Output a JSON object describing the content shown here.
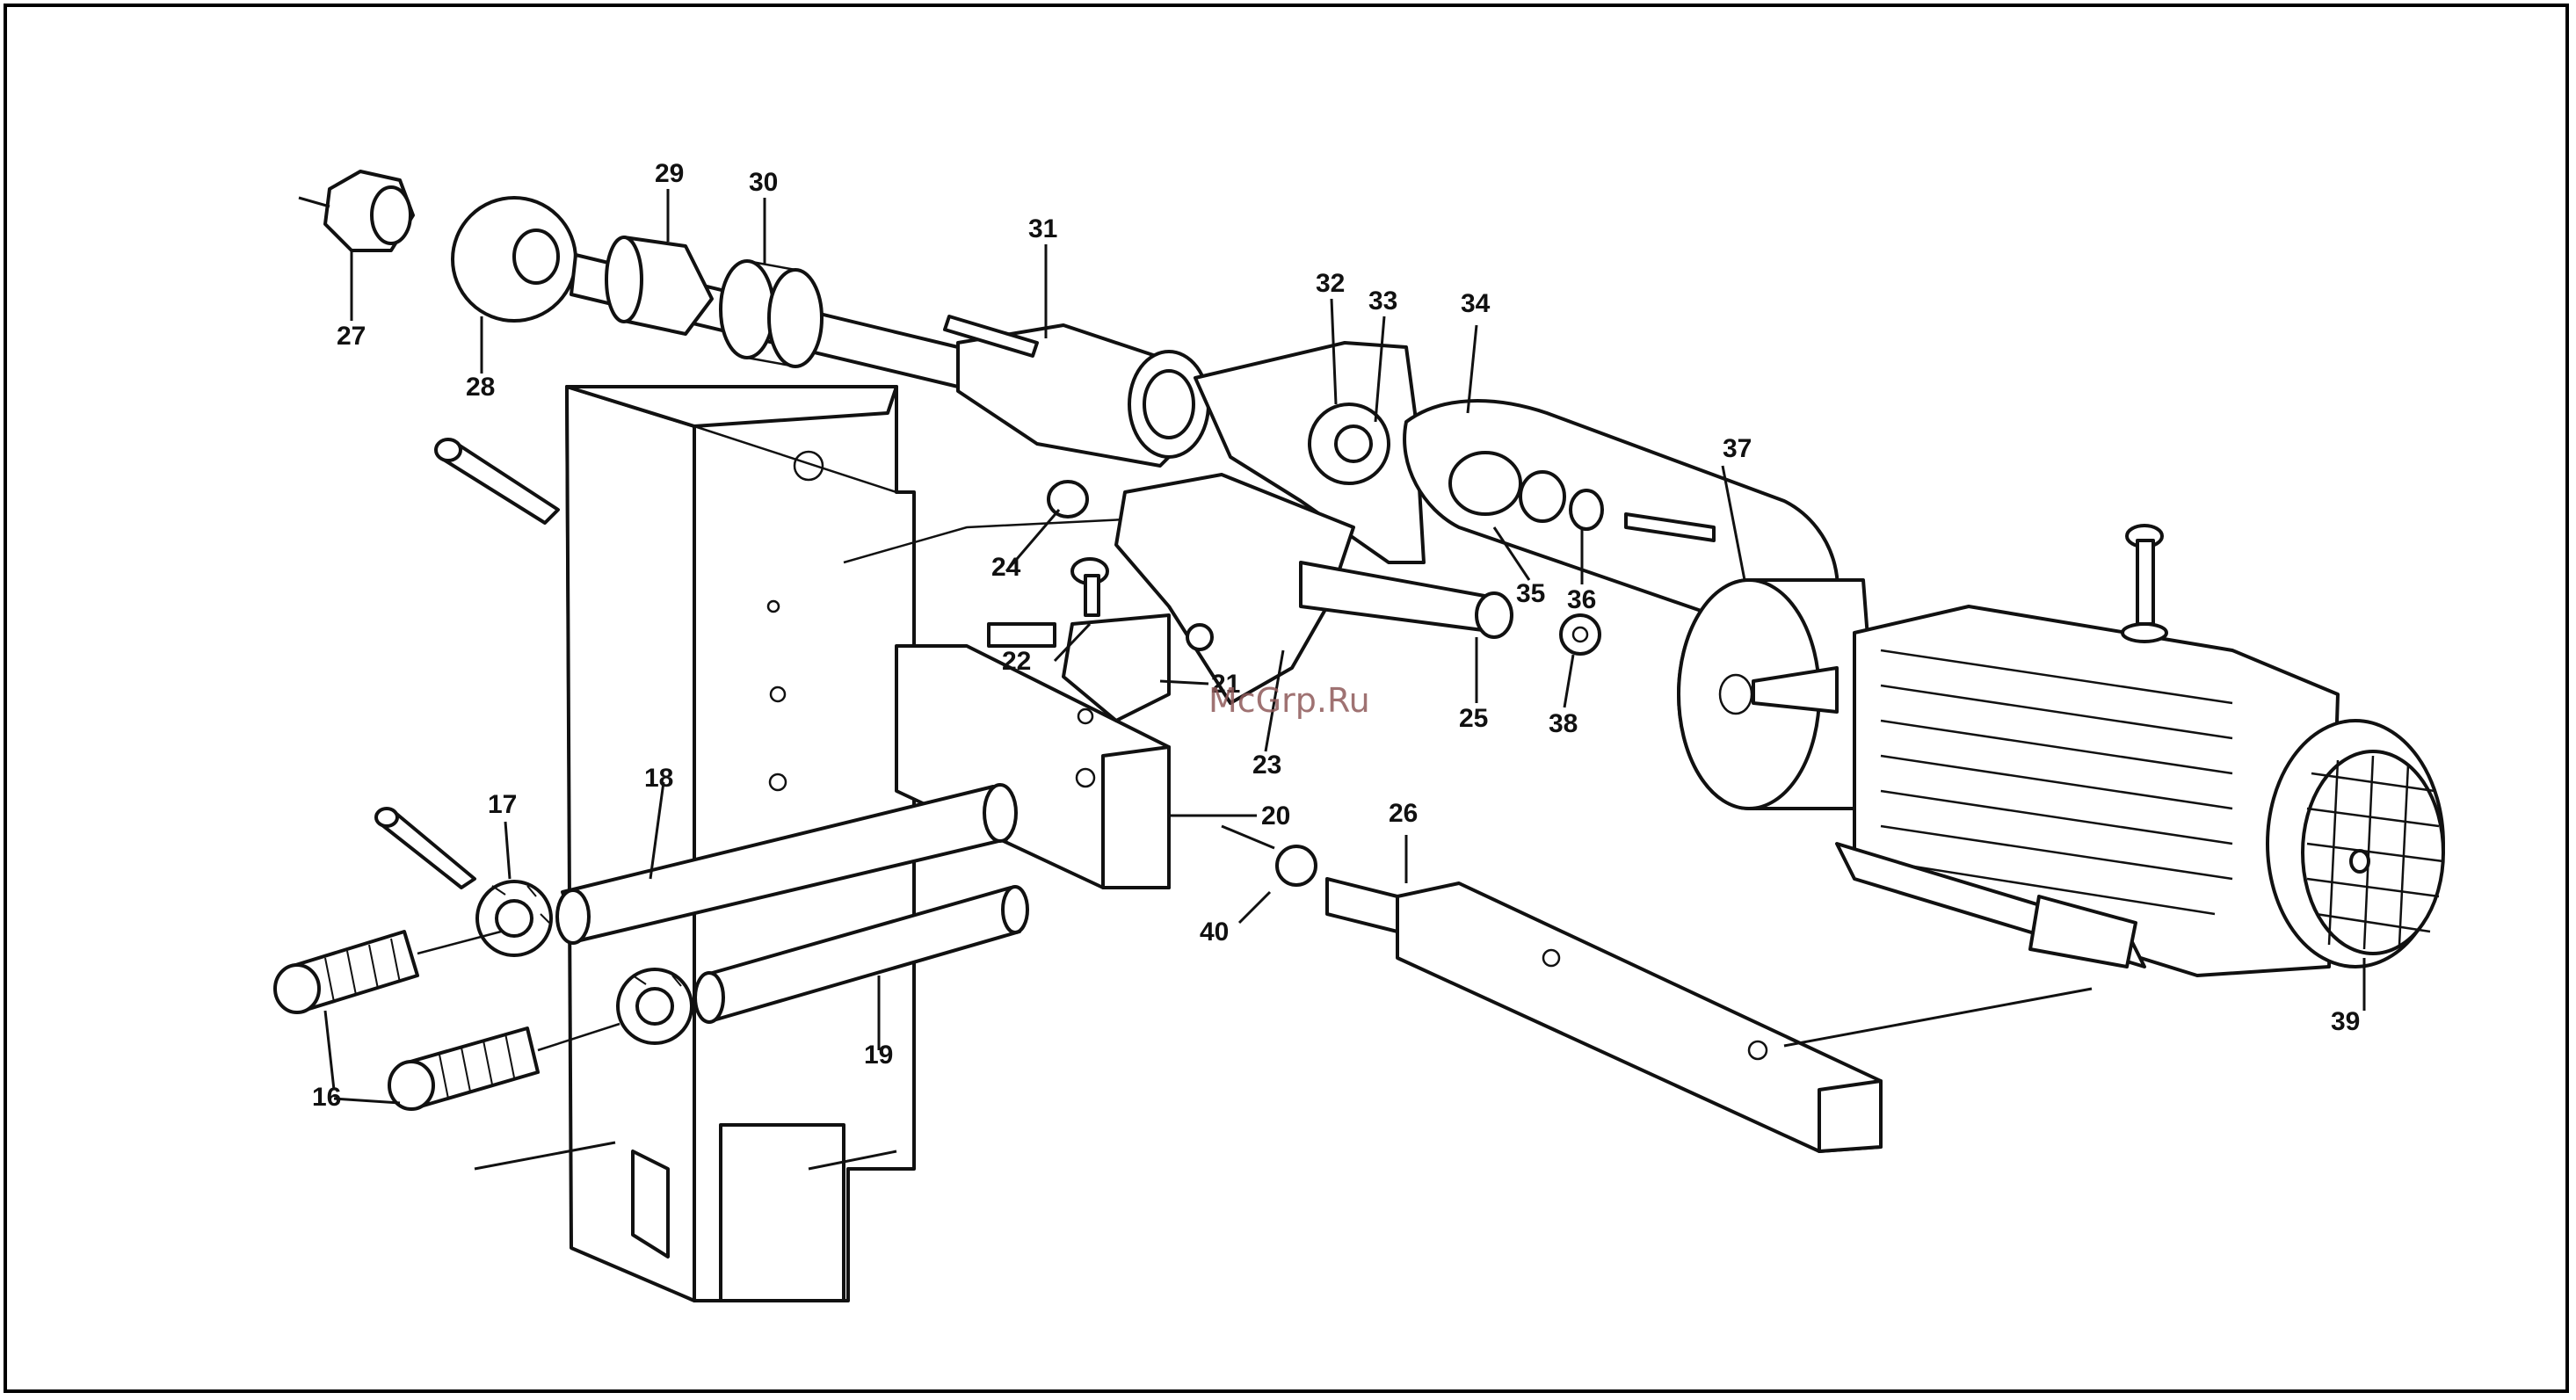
{
  "diagram": {
    "watermark": "McGrp.Ru",
    "callouts": [
      "16",
      "17",
      "18",
      "19",
      "20",
      "21",
      "22",
      "23",
      "24",
      "25",
      "26",
      "27",
      "28",
      "29",
      "30",
      "31",
      "32",
      "33",
      "34",
      "35",
      "36",
      "37",
      "38",
      "39",
      "40"
    ]
  }
}
